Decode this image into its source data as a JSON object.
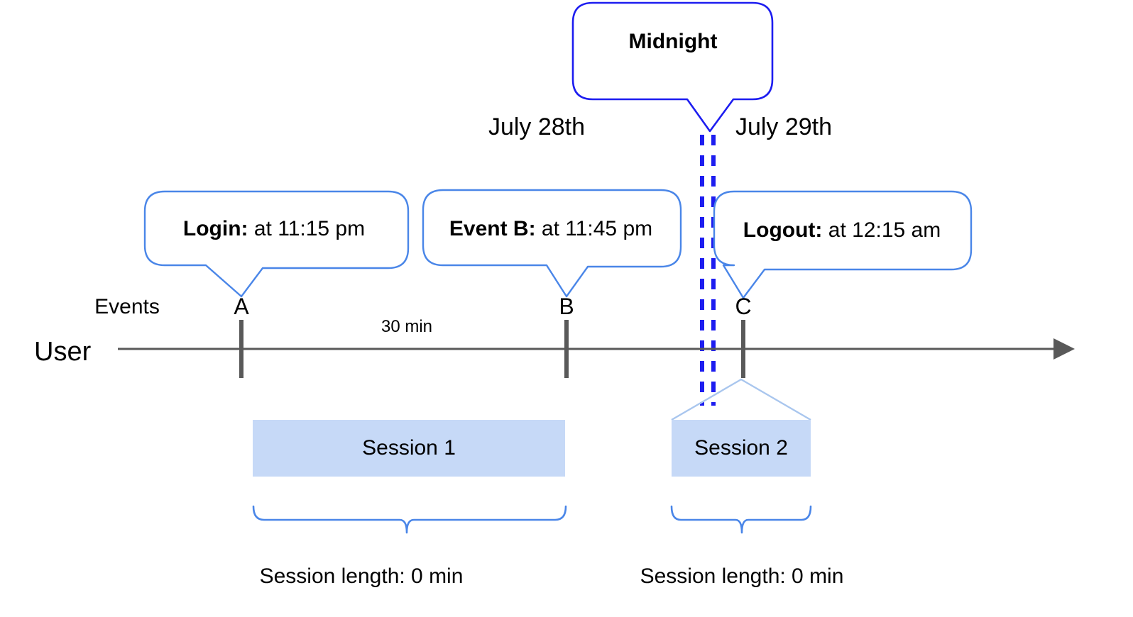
{
  "diagram": {
    "title": "User session timeline across midnight",
    "colors": {
      "midnight_border": "#1d1df0",
      "midnight_dash": "#1d1df0",
      "callout_border": "#4a86e8",
      "session_fill": "#c6d9f7",
      "session_tent_line": "#a9c6ee",
      "brace": "#4a86e8",
      "axis": "#595959",
      "tick": "#595959",
      "text": "#000000"
    }
  },
  "midnight_callout": {
    "text": "Midnight"
  },
  "dates": [
    {
      "label": "July 28th"
    },
    {
      "label": "July 29th"
    }
  ],
  "event_callouts": [
    {
      "label": "Login:",
      "value": "at 11:15 pm"
    },
    {
      "label": "Event B:",
      "value": "at 11:45 pm"
    },
    {
      "label": "Logout:",
      "value": "at 12:15 am"
    }
  ],
  "lanes": {
    "events_label": "Events",
    "user_label": "User"
  },
  "event_markers": [
    {
      "name": "A"
    },
    {
      "name": "B"
    },
    {
      "name": "C"
    }
  ],
  "annotations": {
    "gap_duration": "30 min"
  },
  "sessions": [
    {
      "name": "Session 1",
      "length_caption": "Session length: 0 min"
    },
    {
      "name": "Session 2",
      "length_caption": "Session length: 0 min"
    }
  ],
  "chart_data": {
    "type": "timeline",
    "title": "User session timeline across midnight",
    "axis": {
      "name": "User",
      "orientation": "horizontal",
      "arrow": "right"
    },
    "day_boundary": {
      "label": "Midnight",
      "between": [
        "July 28th",
        "July 29th"
      ]
    },
    "events": [
      {
        "marker": "A",
        "label": "Login:",
        "time": "at 11:15 pm",
        "day": "July 28th"
      },
      {
        "marker": "B",
        "label": "Event B:",
        "time": "at 11:45 pm",
        "day": "July 28th"
      },
      {
        "marker": "C",
        "label": "Logout:",
        "time": "at 12:15 am",
        "day": "July 29th"
      }
    ],
    "intervals": [
      {
        "from": "A",
        "to": "B",
        "label": "30 min"
      }
    ],
    "sessions": [
      {
        "name": "Session 1",
        "from": "A",
        "to": "B",
        "length": "0 min"
      },
      {
        "name": "Session 2",
        "from": "C",
        "to": "C",
        "length": "0 min"
      }
    ]
  }
}
